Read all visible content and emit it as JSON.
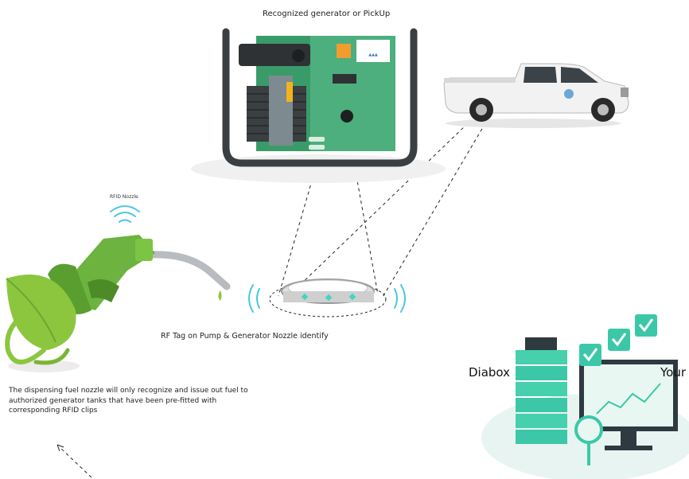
{
  "labels": {
    "generator_caption": "Recognized generator or PickUp",
    "nozzle_caption": "RFID Nozzle",
    "rf_tag_caption": "RF Tag on Pump & Generator Nozzle identify",
    "description": "The dispensing fuel nozzle will only recognize and issue out fuel to authorized generator tanks that have been pre-fitted with corresponding RFID clips",
    "diabox": "Diabox",
    "your": "Your"
  },
  "colors": {
    "generator_green": "#4caf7d",
    "generator_dark": "#3a3f42",
    "nozzle_green": "#6cb33f",
    "leaf_green": "#8cc63f",
    "teal": "#3cc8a8",
    "truck_white": "#f2f2f2"
  },
  "icons": [
    "generator-icon",
    "pickup-truck-icon",
    "fuel-nozzle-icon",
    "leaf-icon",
    "rf-ring-tag-icon",
    "server-dashboard-icon"
  ]
}
